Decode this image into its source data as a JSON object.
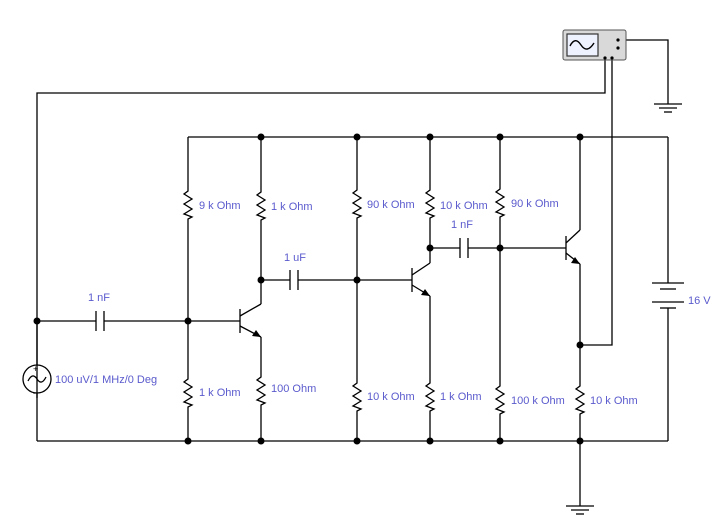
{
  "components": {
    "source": {
      "label": "100 uV/1 MHz/0 Deg"
    },
    "c_in": {
      "label": "1 nF"
    },
    "r1": {
      "label": "9 k Ohm"
    },
    "r2": {
      "label": "1 k Ohm"
    },
    "rc1": {
      "label": "1 k Ohm"
    },
    "re1": {
      "label": "100  Ohm"
    },
    "c_couple1": {
      "label": "1 uF"
    },
    "r3": {
      "label": "90 k Ohm"
    },
    "r4": {
      "label": "10 k Ohm"
    },
    "rc2": {
      "label": "10 k Ohm"
    },
    "re2": {
      "label": "1 k Ohm"
    },
    "c_couple2": {
      "label": "1 nF"
    },
    "r5": {
      "label": "90 k Ohm"
    },
    "r6": {
      "label": "100 k Ohm"
    },
    "re3": {
      "label": "10 k Ohm"
    },
    "battery": {
      "label": "16 V"
    }
  },
  "instruments": {
    "oscilloscope": {
      "icon": "oscilloscope-icon"
    }
  }
}
